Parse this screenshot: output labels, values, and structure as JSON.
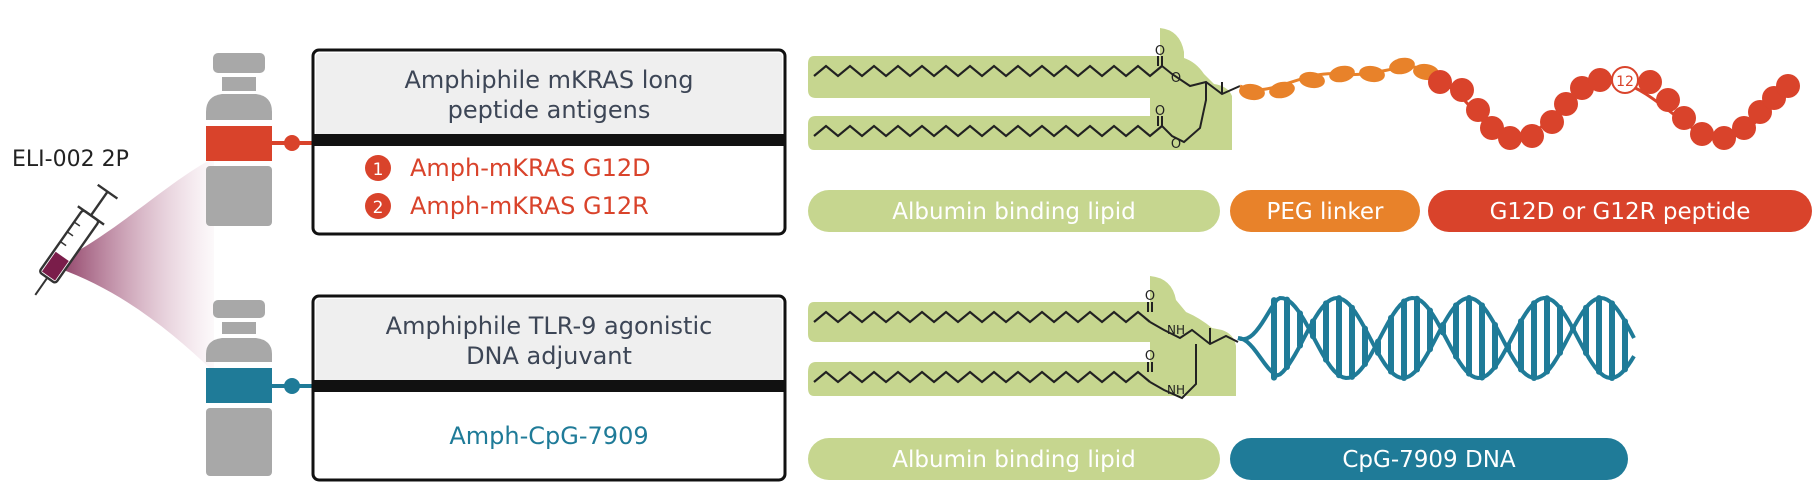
{
  "product": {
    "label": "ELI-002 2P"
  },
  "top_box": {
    "title_line1": "Amphiphile mKRAS long",
    "title_line2": "peptide antigens",
    "items": [
      {
        "num": "1",
        "label": "Amph-mKRAS G12D"
      },
      {
        "num": "2",
        "label": "Amph-mKRAS G12R"
      }
    ]
  },
  "bottom_box": {
    "title_line1": "Amphiphile TLR-9 agonistic",
    "title_line2": "DNA adjuvant",
    "item": "Amph-CpG-7909"
  },
  "top_molecule": {
    "position_marker": "12",
    "segments": [
      {
        "label": "Albumin binding lipid",
        "color": "#c6d68f"
      },
      {
        "label": "PEG linker",
        "color": "#e8822a"
      },
      {
        "label": "G12D or G12R peptide",
        "color": "#d9432b"
      }
    ]
  },
  "bottom_molecule": {
    "amide_label": "NH",
    "carbonyl_label": "O",
    "segments": [
      {
        "label": "Albumin binding lipid",
        "color": "#c6d68f"
      },
      {
        "label": "CpG-7909 DNA",
        "color": "#1f7b98"
      }
    ]
  },
  "ester_label": "O",
  "colors": {
    "peptide": "#d9432b",
    "peg": "#e8822a",
    "dna": "#1f7b98",
    "lipid_bg": "#c6d68f",
    "vial": "#a8a8a8",
    "box_header": "#efefef",
    "text_dark": "#3d4656"
  }
}
